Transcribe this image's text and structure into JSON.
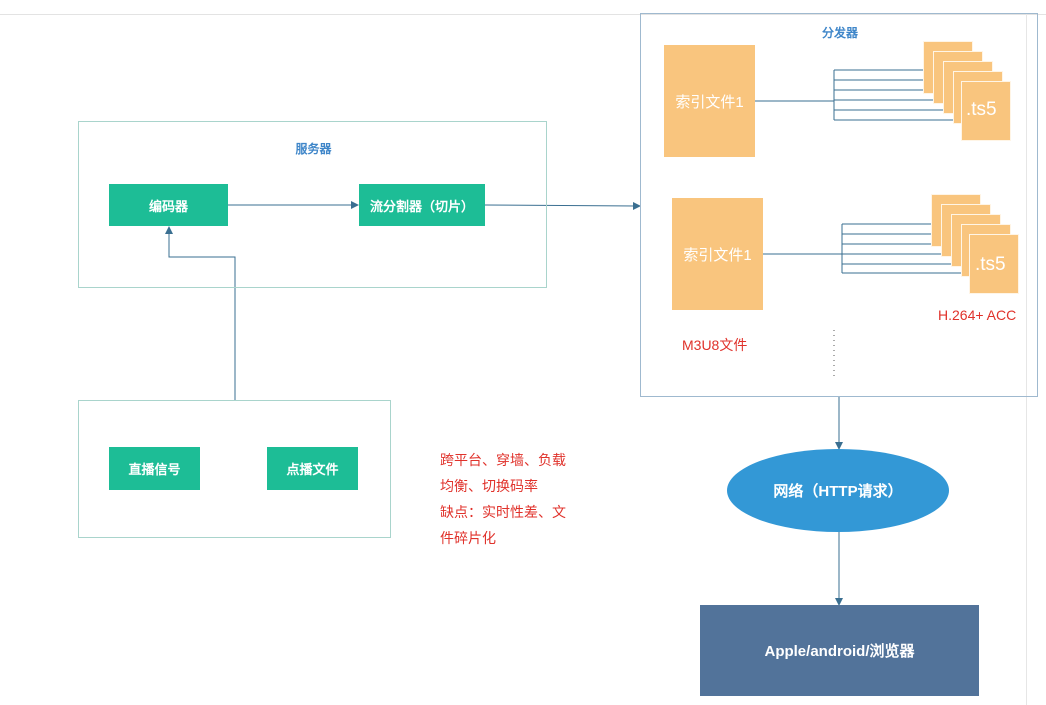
{
  "server": {
    "title": "服务器",
    "encoder": "编码器",
    "segmenter": "流分割器（切片）"
  },
  "sources": {
    "live_signal": "直播信号",
    "vod_file": "点播文件"
  },
  "distributor": {
    "title": "分发器",
    "index_file_1": "索引文件1",
    "index_file_2": "索引文件1",
    "ts_label_1": ".ts5",
    "ts_label_2": ".ts5",
    "m3u8_label": "M3U8文件",
    "codec_label": "H.264+ ACC"
  },
  "notes": {
    "line1": "跨平台、穿墙、负载",
    "line2": "均衡、切换码率",
    "line3": "缺点：实时性差、文",
    "line4": "件碎片化"
  },
  "network": {
    "label": "网络（HTTP请求）"
  },
  "clients": {
    "label": "Apple/android/浏览器"
  },
  "colors": {
    "teal": "#1dbd96",
    "orange": "#f9c57e",
    "network_blue": "#3398d6",
    "client_slate": "#52739a",
    "accent_red": "#e0322b",
    "title_blue": "#3f86c9"
  }
}
